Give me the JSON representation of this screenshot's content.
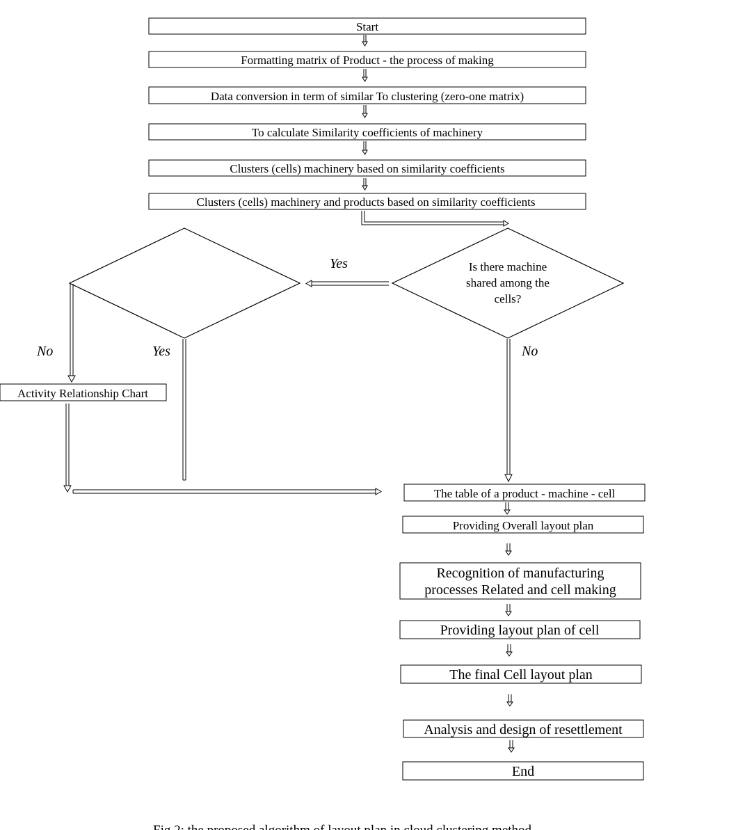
{
  "nodes": {
    "start": "Start",
    "formatting_matrix": "Formatting matrix of Product - the process of making",
    "data_conversion": "Data conversion in term of similar To clustering (zero-one matrix)",
    "calc_similarity": "To calculate Similarity coefficients of machinery",
    "clusters_machinery": "Clusters (cells) machinery based on similarity coefficients",
    "clusters_machinery_products": "Clusters (cells) machinery and products based on similarity coefficients",
    "decision_shared_line1": "Is there machine",
    "decision_shared_line2": "shared among the",
    "decision_shared_line3": "cells?",
    "activity_chart": "Activity Relationship Chart",
    "product_machine_cell": "The table of a product - machine - cell",
    "overall_layout": "Providing Overall layout plan",
    "recognition_line1": "Recognition of manufacturing",
    "recognition_line2": "processes Related and cell making",
    "cell_layout": "Providing layout plan of cell",
    "final_layout": "The final Cell  layout plan",
    "analysis_design": "Analysis and design of resettlement",
    "end": "End"
  },
  "labels": {
    "yes_shared": "Yes",
    "no_shared": "No",
    "no_left": "No",
    "yes_left": "Yes"
  },
  "caption": "Fig.2: the proposed algorithm of layout plan in cloud clustering method"
}
